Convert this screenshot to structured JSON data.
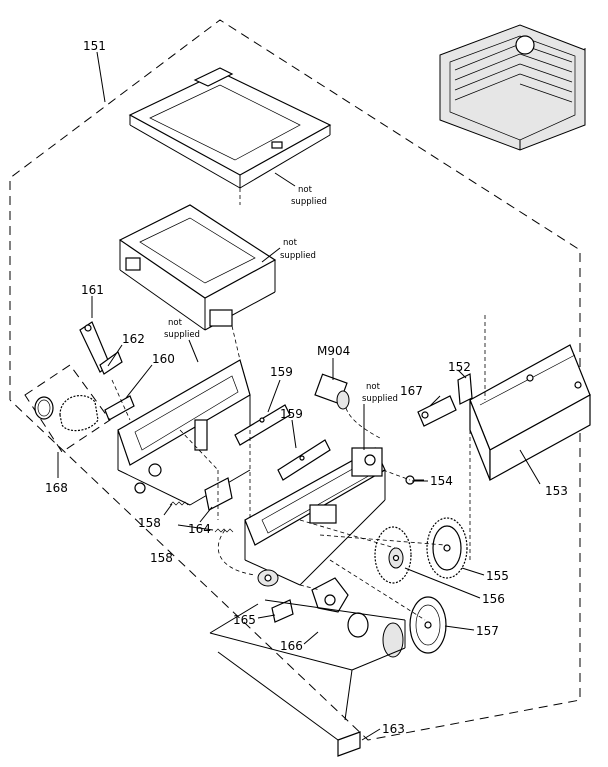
{
  "callouts": {
    "c151": "151",
    "c152": "152",
    "c153": "153",
    "c154": "154",
    "c155": "155",
    "c156": "156",
    "c157": "157",
    "c158a": "158",
    "c158b": "158",
    "c159a": "159",
    "c159b": "159",
    "c160": "160",
    "c161": "161",
    "c162": "162",
    "c163": "163",
    "c164": "164",
    "c165": "165",
    "c166": "166",
    "c167": "167",
    "c168": "168",
    "m904": "M904"
  },
  "notes": {
    "n1_line1": "not",
    "n1_line2": "supplied",
    "n2_line1": "not",
    "n2_line2": "supplied",
    "n3_line1": "not",
    "n3_line2": "supplied",
    "n4_line1": "not",
    "n4_line2": "supplied"
  }
}
